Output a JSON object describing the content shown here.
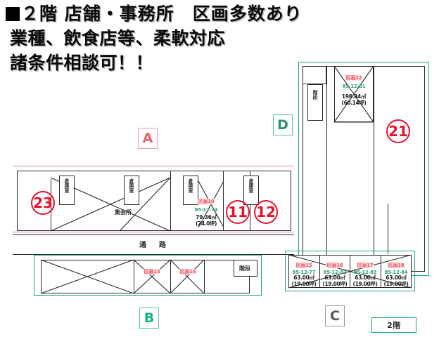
{
  "header": {
    "bullet": "■",
    "line1": "２階 店舗・事務所　区画多数あり",
    "line2": "業種、飲食店等、柔軟対応",
    "line3": "諸条件相談可！！"
  },
  "sections": {
    "A": "A",
    "B": "B",
    "C": "C",
    "D": "D"
  },
  "floor_tag": "2階",
  "labels": {
    "passage": "通　路",
    "hall": "集会所",
    "stair": "階段",
    "storage": "倉庫室"
  },
  "units": {
    "u23": "23",
    "u21": "21",
    "u11": "11",
    "u12": "12"
  },
  "rooms": [
    {
      "id": "room-22",
      "tag": "区画22",
      "code": "85-12-81",
      "area": "198.84㎡",
      "tsubo": "(60.14坪)"
    },
    {
      "id": "room-10",
      "tag": "区画10",
      "code": "85-12-74",
      "area": "79.36㎡",
      "tsubo": "(24.0坪)"
    },
    {
      "id": "room-13",
      "tag": "区画13",
      "code": "",
      "area": "",
      "tsubo": ""
    },
    {
      "id": "room-14",
      "tag": "区画14",
      "code": "",
      "area": "",
      "tsubo": ""
    },
    {
      "id": "room-15",
      "tag": "区画15",
      "code": "85-12-77",
      "area": "63.00㎡",
      "tsubo": "(19.00坪)"
    },
    {
      "id": "room-16",
      "tag": "区画16",
      "code": "85-12-82",
      "area": "63.00㎡",
      "tsubo": "(19.00坪)"
    },
    {
      "id": "room-17",
      "tag": "区画17",
      "code": "85-12-83",
      "area": "63.00㎡",
      "tsubo": "(19.00坪)"
    },
    {
      "id": "room-18",
      "tag": "区画18",
      "code": "85-12-84",
      "area": "63.00㎡",
      "tsubo": "(19.00坪)"
    }
  ],
  "colors": {
    "green": "#1aa97a",
    "red": "#e8112d",
    "pink_tag": "#f05b63",
    "code_green": "#2e9e78",
    "ink": "#2a2a2a",
    "red_line": "#e98a8f"
  }
}
